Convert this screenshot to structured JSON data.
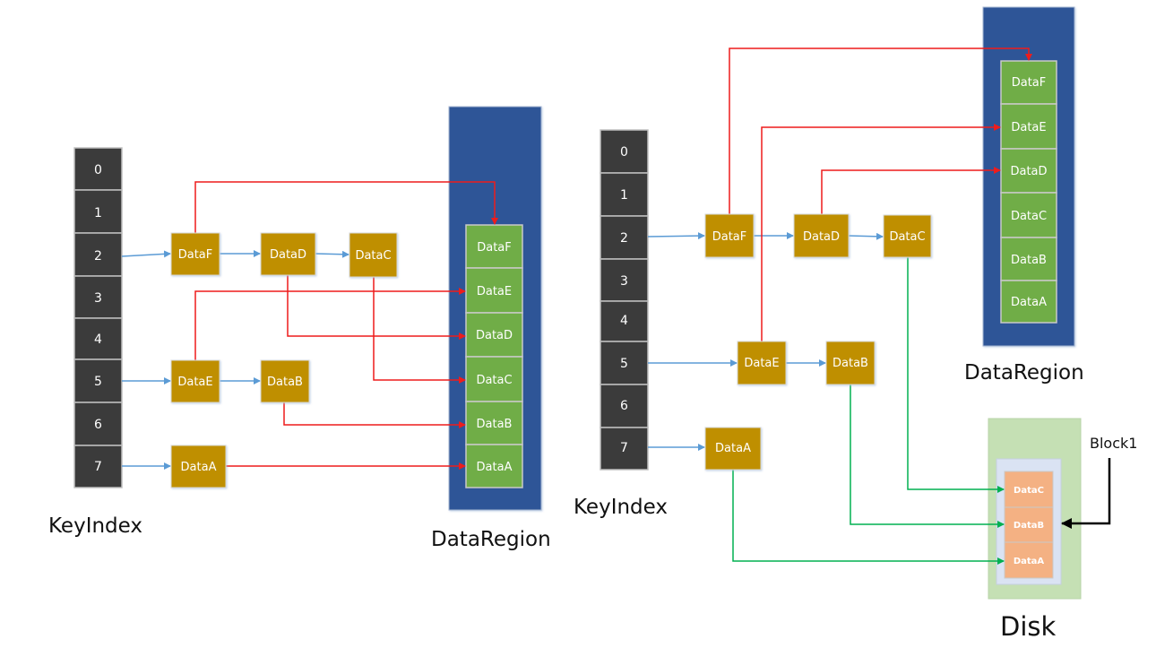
{
  "colors": {
    "index_cell": "#3b3b3b",
    "index_border": "#bfbfbf",
    "node": "#bf8f00",
    "region_bg": "#2f5597",
    "region_cell": "#70ad47",
    "disk_bg": "#c5e0b4",
    "block_bg": "#dae3f3",
    "disk_cell": "#f4b183",
    "blue_link": "#5b9bd5",
    "red_link": "#ee1c1c",
    "green_link": "#00b050",
    "black_link": "#000000"
  },
  "left": {
    "index_label": "KeyIndex",
    "region_label": "DataRegion",
    "index_cells": [
      "0",
      "1",
      "2",
      "3",
      "4",
      "5",
      "6",
      "7"
    ],
    "nodes": {
      "F": "DataF",
      "D": "DataD",
      "C": "DataC",
      "E": "DataE",
      "B": "DataB",
      "A": "DataA"
    },
    "region_cells": [
      "DataF",
      "DataE",
      "DataD",
      "DataC",
      "DataB",
      "DataA"
    ]
  },
  "right": {
    "index_label": "KeyIndex",
    "region_label": "DataRegion",
    "disk_label": "Disk",
    "block_label": "Block1",
    "index_cells": [
      "0",
      "1",
      "2",
      "3",
      "4",
      "5",
      "6",
      "7"
    ],
    "nodes": {
      "F": "DataF",
      "D": "DataD",
      "C": "DataC",
      "E": "DataE",
      "B": "DataB",
      "A": "DataA"
    },
    "region_cells": [
      "DataF",
      "DataE",
      "DataD",
      "DataC",
      "DataB",
      "DataA"
    ],
    "disk_cells": [
      "DataC",
      "DataB",
      "DataA"
    ]
  }
}
